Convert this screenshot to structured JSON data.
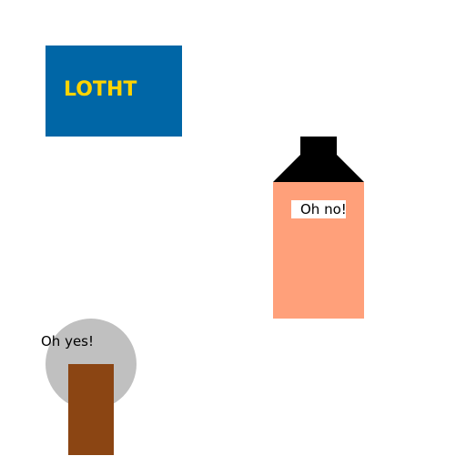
{
  "sign": {
    "text": "LOTHT",
    "background_color": "#0066a6",
    "text_color": "#ffd400"
  },
  "bottle": {
    "cap_color": "#000000",
    "body_color": "#ffa07a",
    "speech": "Oh no!"
  },
  "tree": {
    "crown_color": "#c0c0c0",
    "trunk_color": "#8b4513",
    "speech": "Oh yes!"
  }
}
